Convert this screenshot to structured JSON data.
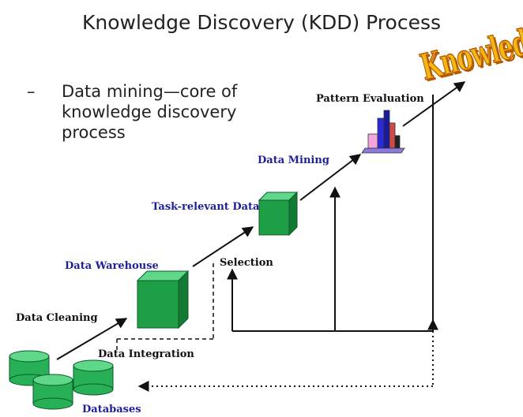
{
  "title": "Knowledge Discovery (KDD) Process",
  "bullet": {
    "dash": "–",
    "line1": "Data mining—core of",
    "line2": "knowledge discovery",
    "line3": "process"
  },
  "labels": {
    "knowledge": "Knowledge",
    "pattern_evaluation": "Pattern Evaluation",
    "data_mining": "Data Mining",
    "task_relevant_data": "Task-relevant Data",
    "selection": "Selection",
    "data_warehouse": "Data Warehouse",
    "data_cleaning": "Data Cleaning",
    "data_integration": "Data Integration",
    "databases": "Databases"
  },
  "colors": {
    "cube_green": "#1e9e45",
    "database_green": "#27b056",
    "label_blue": "#1f1f9a",
    "knowledge_gold": "#f5b812"
  }
}
